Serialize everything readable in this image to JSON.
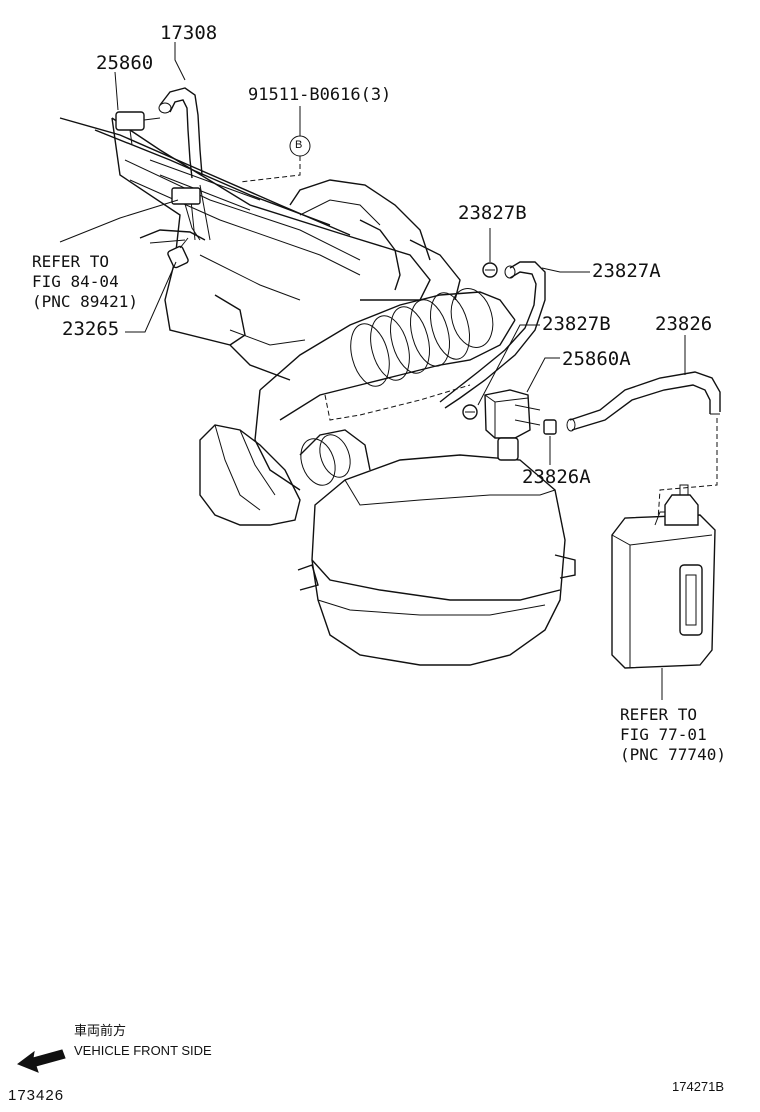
{
  "labels": {
    "p17308": "17308",
    "p25860": "25860",
    "p91511": "91511-B0616(3)",
    "marker_b": "B",
    "ref_fig8404": "REFER TO\nFIG 84-04\n(PNC 89421)",
    "p23265": "23265",
    "p23827b_top": "23827B",
    "p23827a": "23827A",
    "p23827b_mid": "23827B",
    "p23826": "23826",
    "p25860a": "25860A",
    "p23826a": "23826A",
    "ref_fig7701": "REFER TO\nFIG 77-01\n(PNC 77740)"
  },
  "footer": {
    "jp_text": "車両前方",
    "en_text": "VEHICLE FRONT SIDE",
    "left_code": "173426",
    "right_code": "174271B"
  },
  "icons": {
    "front_arrow": "arrow-left-icon"
  },
  "colors": {
    "ink": "#111111",
    "paper": "#ffffff"
  }
}
